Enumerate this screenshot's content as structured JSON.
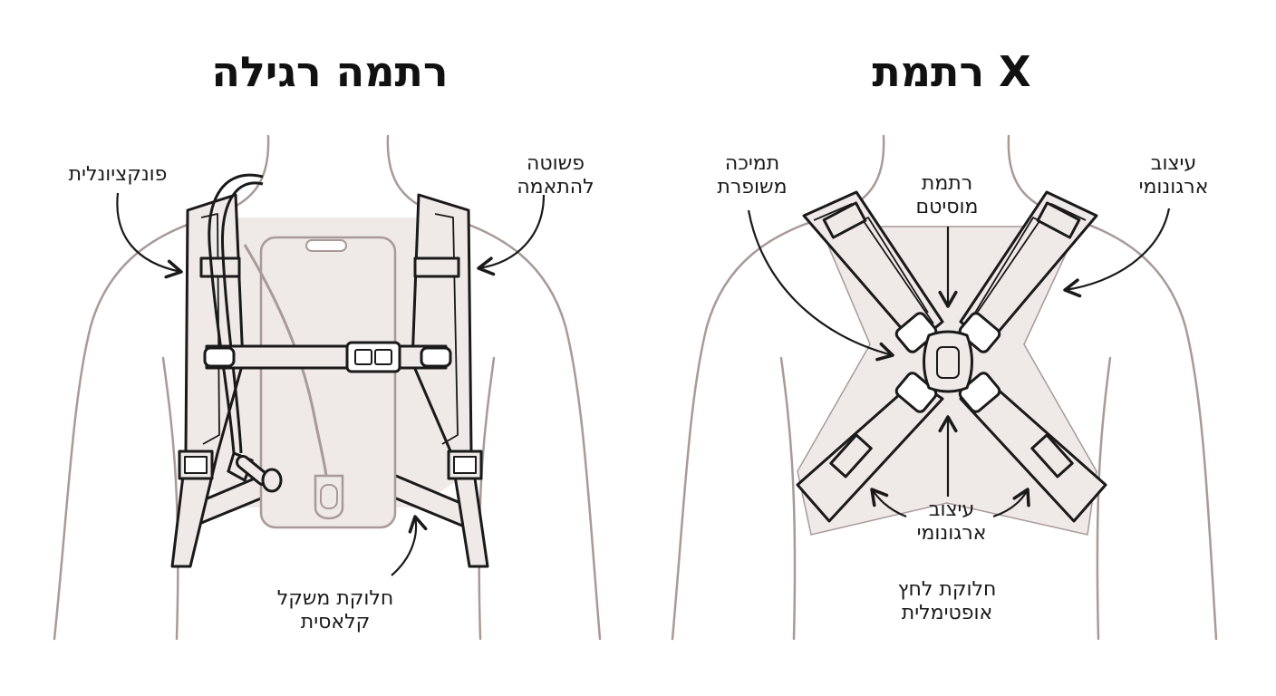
{
  "left_panel": {
    "title": "רתמה רגילה",
    "labels": {
      "functional": "פונקציונלית",
      "simple_1": "פשוטה",
      "simple_2": "להתאמה",
      "weight_1": "חלוקת משקל",
      "weight_2": "קלאסית"
    }
  },
  "right_panel": {
    "title": "רתמת X",
    "labels": {
      "support_1": "תמיכה",
      "support_2": "משופרת",
      "harness_1": "רתמת",
      "harness_2": "מוסיטם",
      "ergo_top_1": "עיצוב",
      "ergo_top_2": "ארגונומי",
      "ergo_mid_1": "עיצוב",
      "ergo_mid_2": "ארגונומי",
      "pressure_1": "חלוקת לחץ",
      "pressure_2": "אופטימלית"
    }
  },
  "colors": {
    "body_outline": "#a89a98",
    "fill": "#efe9e7",
    "line": "#1a1a1a"
  }
}
